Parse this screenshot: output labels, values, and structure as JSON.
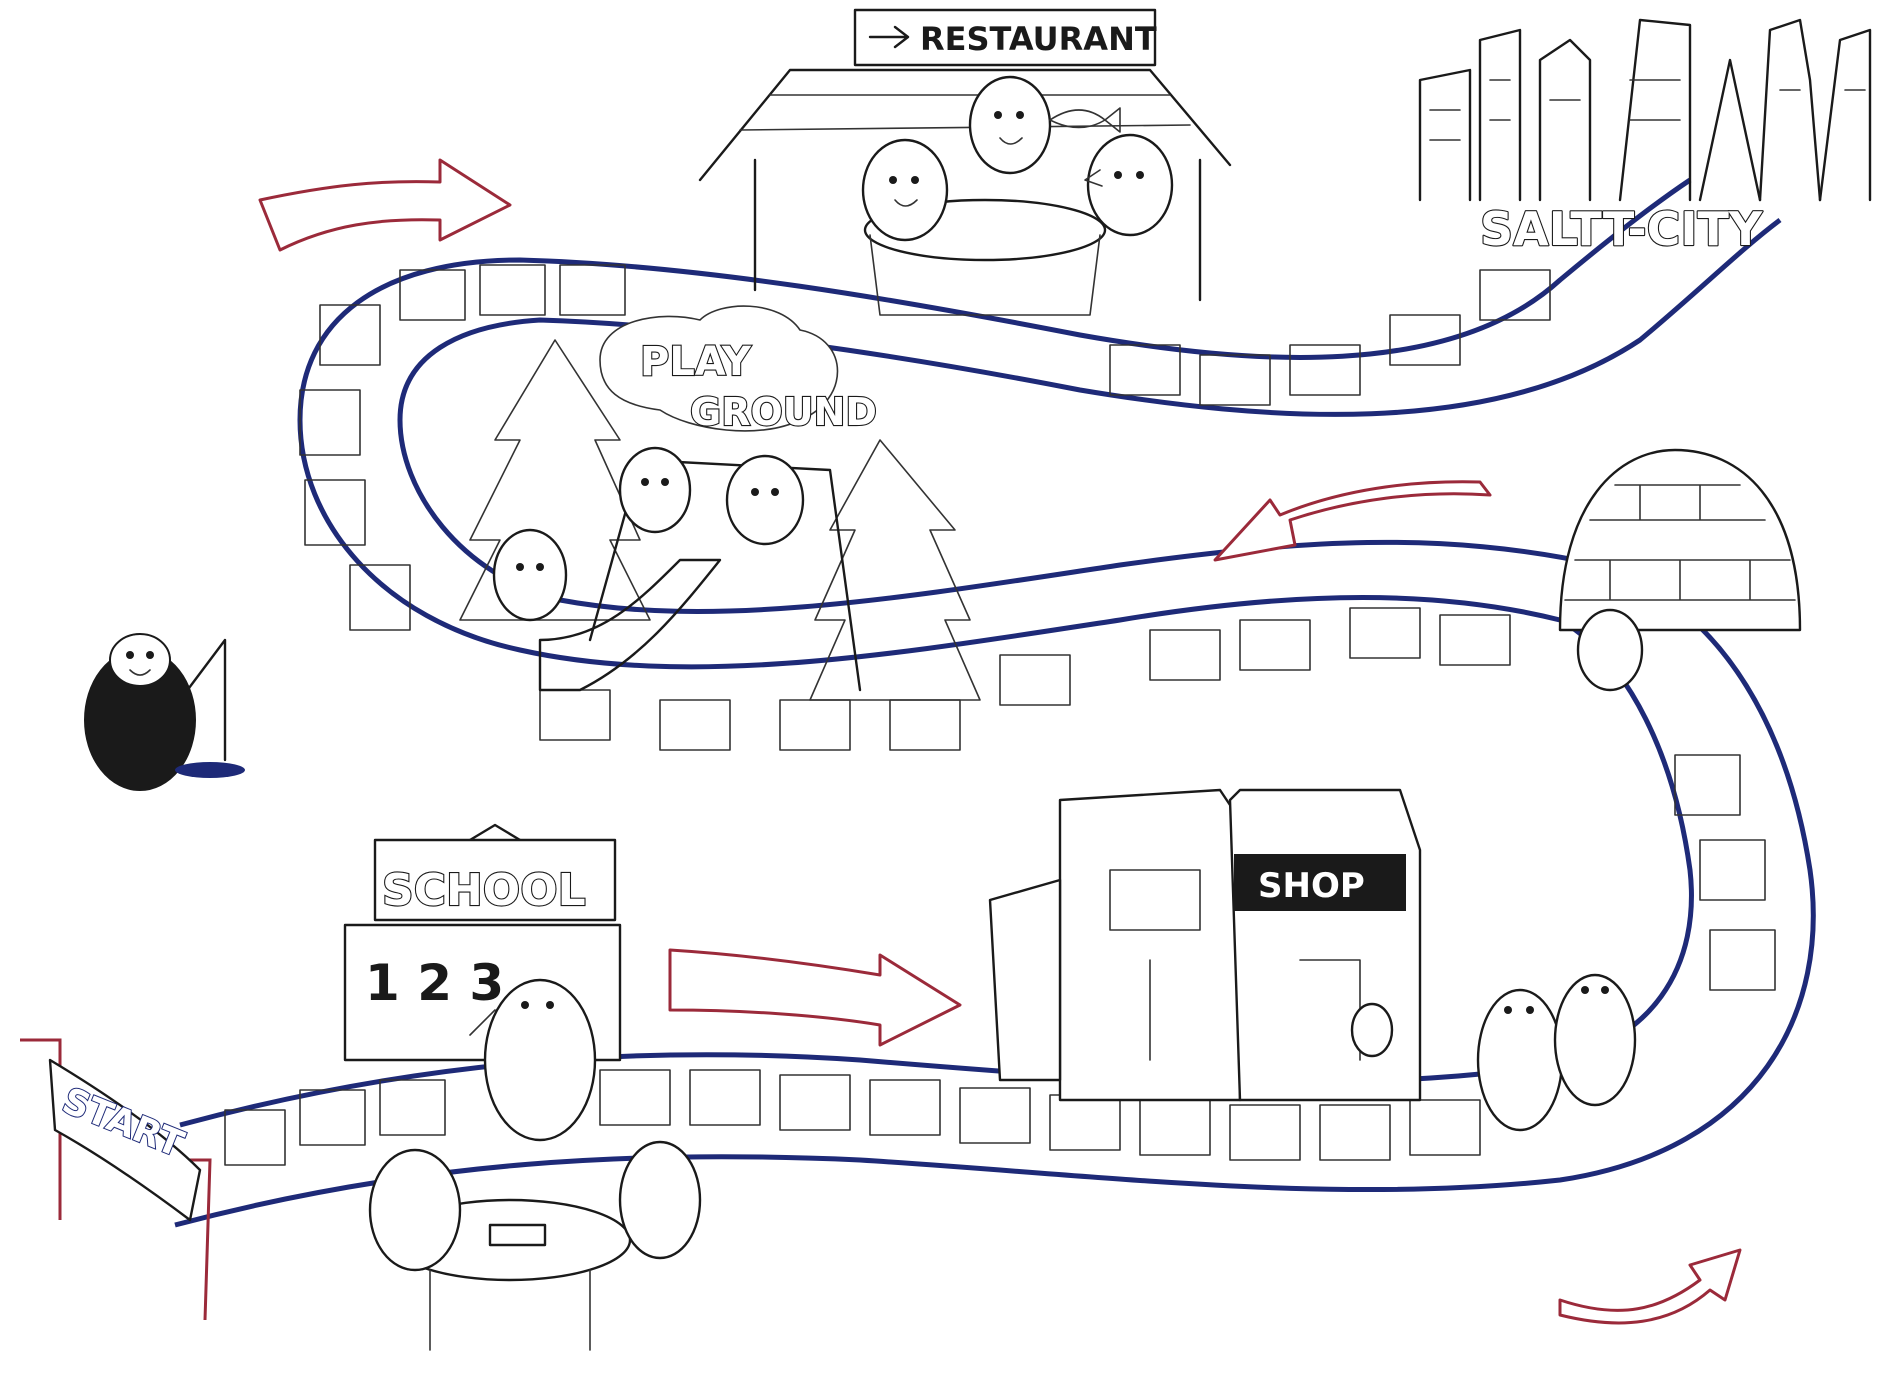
{
  "colors": {
    "path": "#1e2a78",
    "arrow": "#9b2a3a",
    "ink": "#1a1a1a",
    "paper": "#ffffff"
  },
  "signs": {
    "restaurant": "RESTAURANT",
    "playground_line1": "PLAY",
    "playground_line2": "GROUND",
    "city": "SALTT-CITY",
    "shop": "SHOP",
    "school": "SCHOOL",
    "school_board": "1 2 3",
    "start": "START"
  },
  "icons": [
    "restaurant-arrow-icon",
    "penguin-icon",
    "tree-icon",
    "igloo-icon",
    "building-icon",
    "direction-arrow-icon",
    "fishing-rod-icon"
  ]
}
